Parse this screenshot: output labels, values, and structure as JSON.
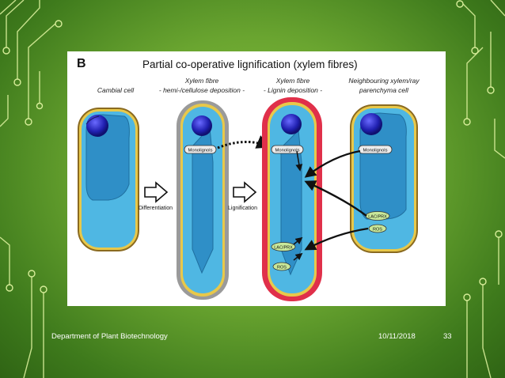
{
  "figure": {
    "panel_letter": "B",
    "title": "Partial co-operative lignification (xylem fibres)",
    "columns": [
      {
        "heading_line1": "Cambial cell",
        "heading_line2": ""
      },
      {
        "heading_line1": "Xylem fibre",
        "heading_line2": "- hemi-/cellulose deposition -"
      },
      {
        "heading_line1": "Xylem fibre",
        "heading_line2": "- Lignin deposition -"
      },
      {
        "heading_line1": "Neighbouring xylem/ray",
        "heading_line2": "parenchyma cell"
      }
    ],
    "arrow_labels": {
      "differentiation": "Differentiation",
      "lignification": "Lignification"
    },
    "tags": {
      "monolignols": "Monolignols",
      "lacprx": "LAC/PRX",
      "ros": "ROS"
    }
  },
  "footer": {
    "department": "Department of Plant Biotechnology",
    "date": "10/11/2018",
    "page_number": "33"
  },
  "colors": {
    "background": "#6aa530",
    "cell_fill": "#4fb7e3",
    "vacuole": "#2f8fc7",
    "nucleus": "#2a2ab8",
    "hemicellulose_wall": "#9a9a9a",
    "lignin_wall": "#e0304a",
    "tag_green": "#c9e89a"
  }
}
